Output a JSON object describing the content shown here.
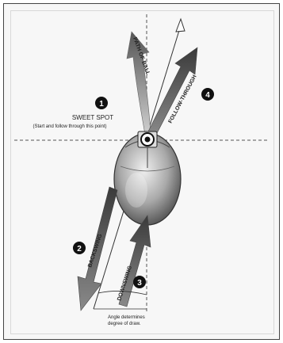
{
  "labels": {
    "path_of_ball": "PATH OF BALL",
    "follow_through": "FOLLOW-THROUGH",
    "sweet_spot": "SWEET SPOT",
    "sweet_spot_note": "(Start and follow through this point)",
    "backswing": "BACKSWING",
    "downswing": "DOWNSWING",
    "angle_note_line1": "Angle determines",
    "angle_note_line2": "degree of draw."
  },
  "markers": [
    "1",
    "2",
    "3",
    "4"
  ]
}
